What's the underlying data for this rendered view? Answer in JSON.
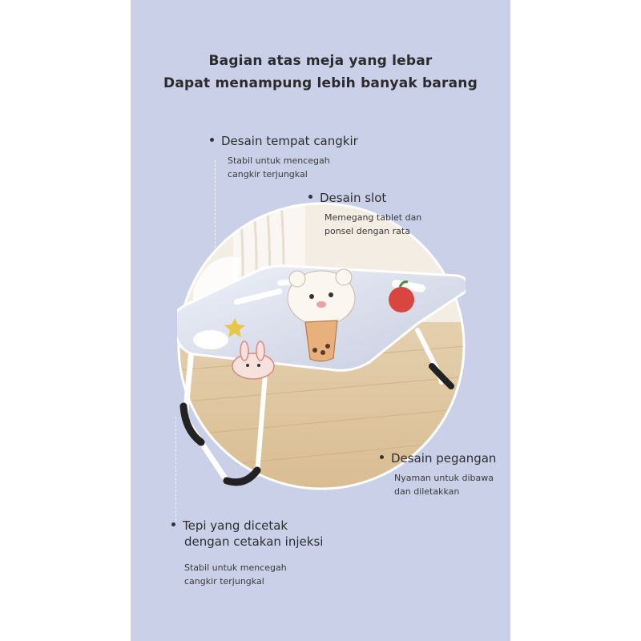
{
  "headline": {
    "line1": "Bagian atas meja yang lebar",
    "line2": "Dapat menampung lebih banyak barang"
  },
  "features": {
    "cup_holder": {
      "title": "Desain tempat cangkir",
      "desc_line1": "Stabil untuk mencegah",
      "desc_line2": "cangkir terjungkal"
    },
    "slot": {
      "title": "Desain slot",
      "desc_line1": "Memegang tablet dan",
      "desc_line2": "ponsel dengan rata"
    },
    "handle": {
      "title": "Desain pegangan",
      "desc_line1": "Nyaman untuk dibawa",
      "desc_line2": "dan diletakkan"
    },
    "edge": {
      "title_line1": "Tepi yang dicetak",
      "title_line2": "dengan cetakan injeksi",
      "desc_line1": "Stabil untuk mencegah",
      "desc_line2": "cangkir terjungkal"
    }
  },
  "colors": {
    "panel_bg": "#c9d0e8",
    "table_top": "#dfe3ef",
    "floor": "#e2c9a3",
    "leg_black": "#222222"
  },
  "icons": {
    "product": "folding-lap-table-illustration",
    "bear": "bear-with-boba-drink",
    "bunny": "bunny-sticker",
    "apple": "red-apple-sticker",
    "star": "star-sticker"
  }
}
